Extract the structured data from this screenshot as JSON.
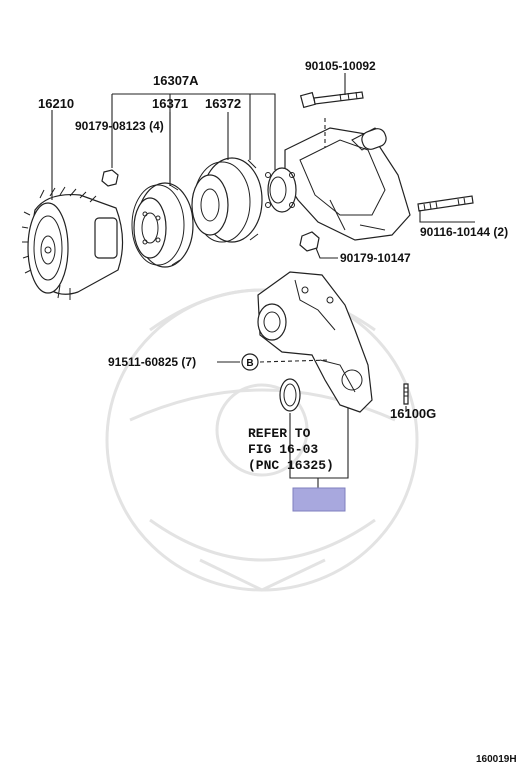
{
  "parts": {
    "fan_clutch": "16210",
    "pulley_set": "16307A",
    "pulley_front": "16371",
    "pulley_rear": "16372",
    "bolt_top": "90105-10092",
    "nut_small": "90179-08123 (4)",
    "stud": "90116-10144 (2)",
    "nut_right": "90179-10147",
    "gasket_ref": "91511-60825 (7)",
    "callout_b": "B",
    "pump_gasket": "16100G"
  },
  "refer_note": {
    "line1": "REFER TO",
    "line2": "FIG 16-03",
    "line3": "(PNC 16325)"
  },
  "figure_id": "160019H",
  "colors": {
    "highlight": "#a8a8de",
    "line": "#222222",
    "watermark": "#e3e3e3"
  }
}
